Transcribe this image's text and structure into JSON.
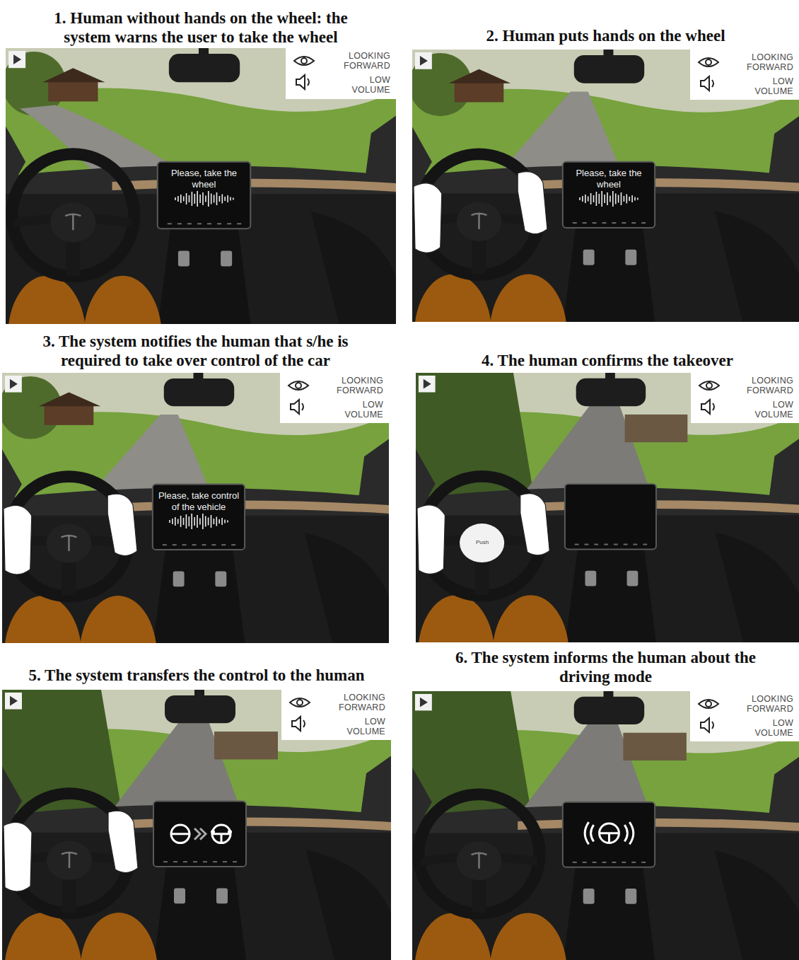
{
  "diagram": {
    "nodes": [
      {
        "text": [
          "1. Human without hands on the wheel: the system warns the user to take the wheel"
        ]
      },
      {
        "text": [
          "LOOKING FORWARD",
          "LOW VOLUME"
        ],
        "in": 0
      },
      {
        "text": [
          "Please, take the wheel"
        ],
        "in": 0
      },
      {
        "text": [
          "2. Human puts hands on the wheel"
        ]
      },
      {
        "text": [
          "LOOKING FORWARD",
          "LOW VOLUME"
        ],
        "in": 3
      },
      {
        "text": [
          "Please, take the wheel"
        ],
        "in": 3
      },
      {
        "text": [
          "3. The system notifies the human that s/he is required to take over control of the car"
        ]
      },
      {
        "text": [
          "LOOKING FORWARD",
          "LOW VOLUME"
        ],
        "in": 6
      },
      {
        "text": [
          "Please, take control of the vehicle"
        ],
        "in": 6
      },
      {
        "text": [
          "4. The human confirms the takeover"
        ]
      },
      {
        "text": [
          "LOOKING FORWARD",
          "LOW VOLUME"
        ],
        "in": 9
      },
      {
        "text": [
          "5. The system transfers the control to the human"
        ]
      },
      {
        "text": [
          "LOOKING FORWARD",
          "LOW VOLUME"
        ],
        "in": 11
      },
      {
        "text": [
          "6. The system informs the human about the driving mode"
        ]
      },
      {
        "text": [
          "LOOKING FORWARD",
          "LOW VOLUME"
        ],
        "in": 13
      }
    ],
    "labels": [
      "Push"
    ]
  }
}
